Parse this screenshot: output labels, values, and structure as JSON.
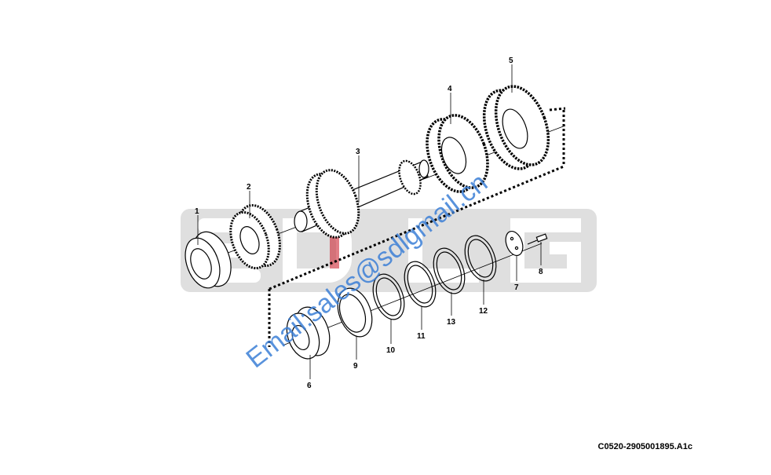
{
  "drawing": {
    "code": "C0520-2905001895.A1c",
    "watermark_logo": "SDLG",
    "watermark_email": "Email:sales@sdlgmail.cn",
    "accent_color": "#c8101e",
    "watermark_gray": "#d9d9d9",
    "watermark_blue": "#3c7fd6"
  },
  "callouts": [
    {
      "id": "1",
      "label": "1"
    },
    {
      "id": "2",
      "label": "2"
    },
    {
      "id": "3",
      "label": "3"
    },
    {
      "id": "4",
      "label": "4"
    },
    {
      "id": "5",
      "label": "5"
    },
    {
      "id": "6",
      "label": "6"
    },
    {
      "id": "7",
      "label": "7"
    },
    {
      "id": "8",
      "label": "8"
    },
    {
      "id": "9",
      "label": "9"
    },
    {
      "id": "10",
      "label": "10"
    },
    {
      "id": "11",
      "label": "11"
    },
    {
      "id": "12",
      "label": "12"
    },
    {
      "id": "13",
      "label": "13"
    }
  ]
}
